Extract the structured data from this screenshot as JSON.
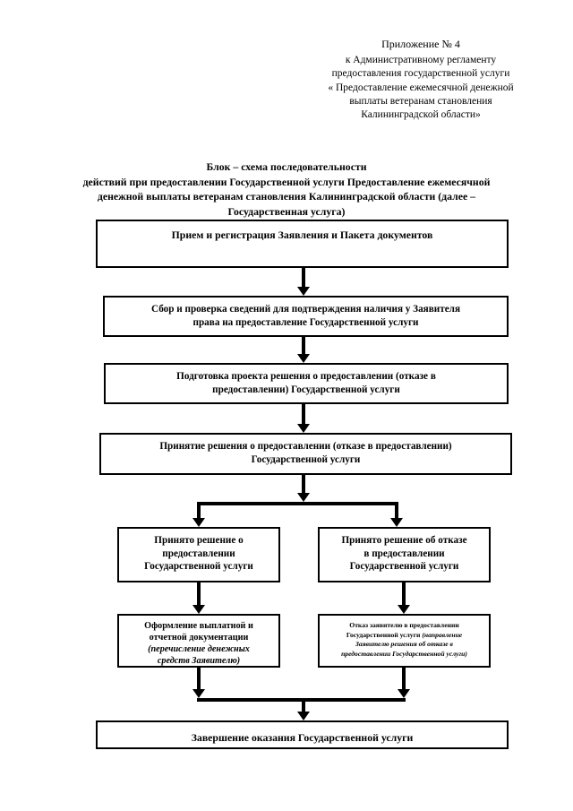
{
  "appendix": {
    "number_line": "Приложение № 4",
    "lines": [
      "к Административному регламенту",
      "предоставления государственной услуги",
      "« Предоставление ежемесячной денежной",
      "выплаты ветеранам становления",
      "Калининградской области»"
    ]
  },
  "title": {
    "lines": [
      "Блок – схема последовательности",
      "действий при предоставлении Государственной услуги  Предоставление ежемесячной",
      "денежной выплаты ветеранам становления Калининградской области (далее –",
      "Государственная услуга)"
    ]
  },
  "flowchart": {
    "type": "flowchart",
    "nodes": {
      "intake": {
        "label": "Прием и регистрация Заявления и Пакета документов"
      },
      "verify": {
        "line1": "Сбор и проверка сведений для подтверждения наличия у Заявителя",
        "line2": "права  на предоставление Государственной услуги"
      },
      "draft": {
        "line1": "Подготовка проекта решения о предоставлении (отказе в",
        "line2": "предоставлении) Государственной услуги"
      },
      "decision": {
        "line1": "Принятие решения о предоставлении (отказе в предоставлении)",
        "line2": "Государственной услуги"
      },
      "approve": {
        "line1": "Принято решение о",
        "line2": "предоставлении",
        "line3": "Государственной услуги"
      },
      "refuse": {
        "line1": "Принято решение об отказе",
        "line2": "в  предоставлении",
        "line3": "Государственной услуги"
      },
      "payout": {
        "line1": "Оформление выплатной и",
        "line2": "отчетной документации",
        "italic1": "(перечисление денежных",
        "italic2": "средств Заявителю)"
      },
      "refusal_notice": {
        "line1": "Отказ заявителю в предоставлении",
        "line2": "Государственной услуги ",
        "italic1": "(направление",
        "italic2": "Заявителю решения об отказе в",
        "italic3": "предоставлении Государственной услуги)"
      },
      "finish": {
        "label": "Завершение оказания Государственной услуги"
      }
    },
    "edges": [
      {
        "from": "intake",
        "to": "verify"
      },
      {
        "from": "verify",
        "to": "draft"
      },
      {
        "from": "draft",
        "to": "decision"
      },
      {
        "from": "decision",
        "to": "approve"
      },
      {
        "from": "decision",
        "to": "refuse"
      },
      {
        "from": "approve",
        "to": "payout"
      },
      {
        "from": "refuse",
        "to": "refusal_notice"
      },
      {
        "from": "payout",
        "to": "finish"
      },
      {
        "from": "refusal_notice",
        "to": "finish"
      }
    ]
  },
  "colors": {
    "page_background": "#ffffff",
    "text": "#000000",
    "border": "#000000"
  }
}
